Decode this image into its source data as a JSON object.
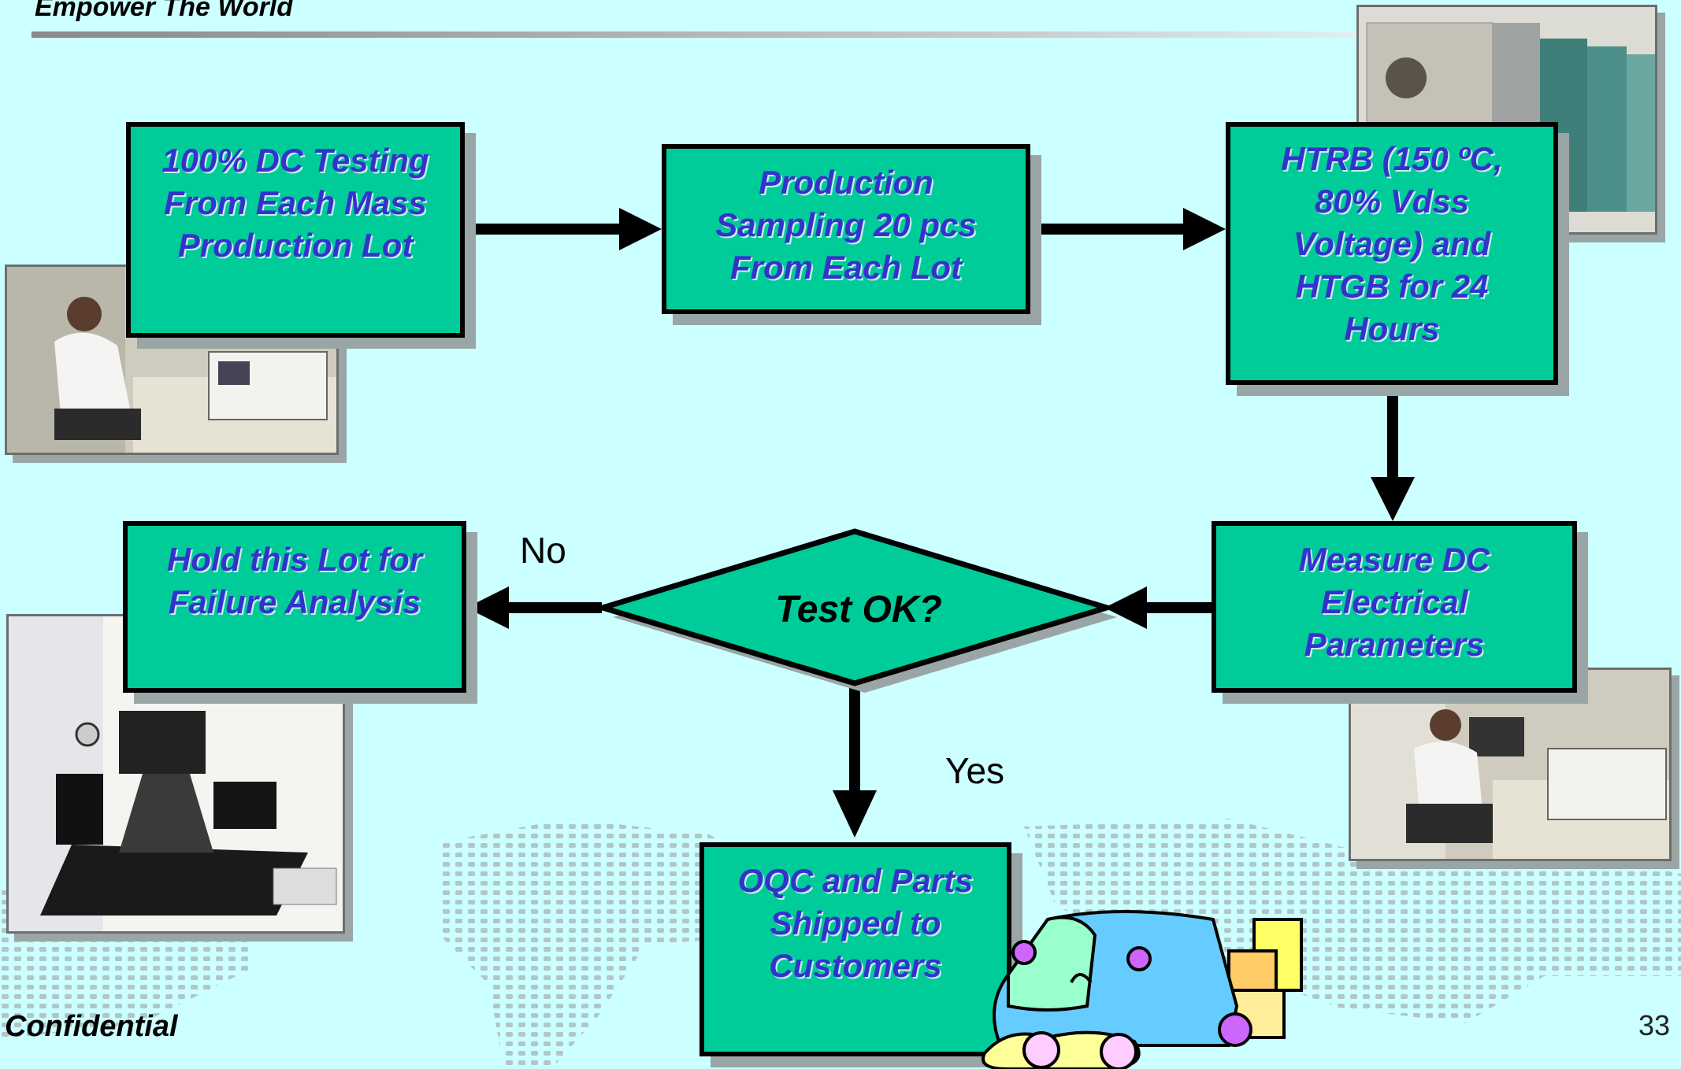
{
  "header": {
    "tagline": "Empower The World"
  },
  "flow": {
    "box_dc_testing": "100% DC Testing From Each Mass Production Lot",
    "box_sampling": "Production Sampling 20 pcs From Each Lot",
    "box_htrb": "HTRB (150 ºC, 80% Vdss Voltage) and HTGB for 24 Hours",
    "box_measure": "Measure DC Electrical Parameters",
    "decision": "Test OK?",
    "box_hold": "Hold this Lot for Failure Analysis",
    "box_oqc": "OQC and Parts Shipped to Customers",
    "label_no": "No",
    "label_yes": "Yes"
  },
  "footer": {
    "confidential": "Confidential",
    "page_number": "33"
  },
  "colors": {
    "background": "#ccffff",
    "box_fill": "#00cc99",
    "box_text": "#3333cc"
  },
  "icons": [
    "operator-photo",
    "oven-rack-photo",
    "probe-station-photo",
    "delivery-van-clipart"
  ]
}
